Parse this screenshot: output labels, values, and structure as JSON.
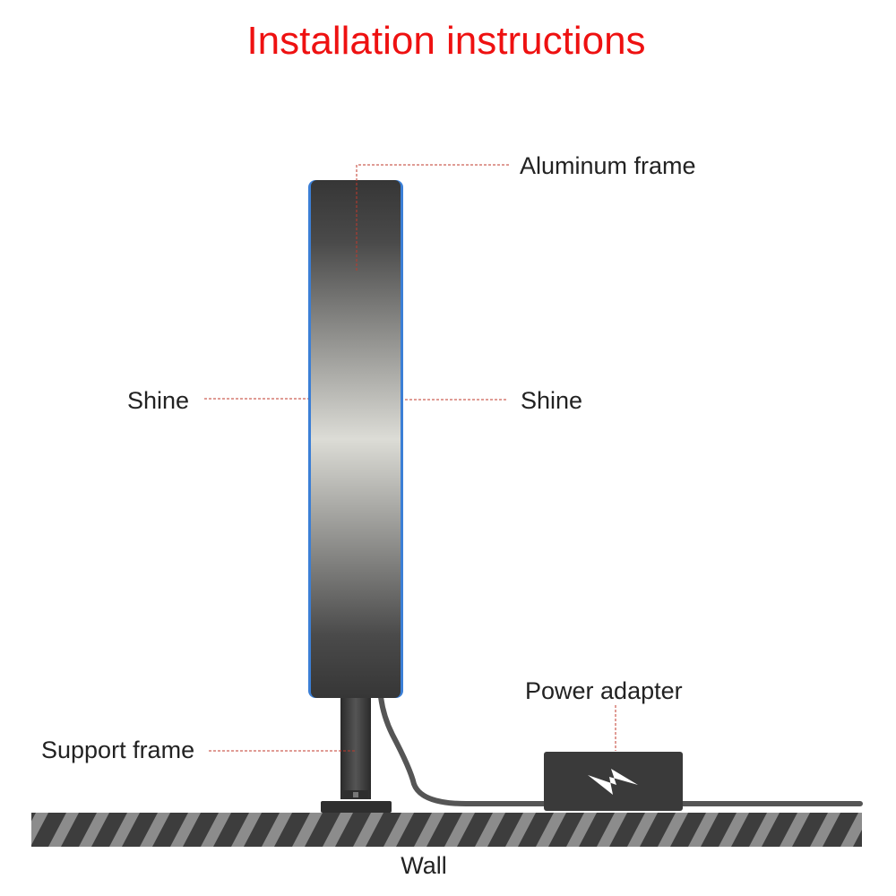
{
  "title": "Installation instructions",
  "labels": {
    "aluminum_frame": "Aluminum frame",
    "shine_left": "Shine",
    "shine_right": "Shine",
    "power_adapter": "Power adapter",
    "support_frame": "Support frame",
    "wall": "Wall"
  },
  "colors": {
    "title": "#ee1111",
    "label_text": "#222222",
    "leader_line": "#c0392b",
    "frame_dark": "#3a3a3a",
    "frame_light": "#dcdcd6",
    "frame_edge": "#3b7fd6",
    "wall_dark": "#3d3d3d",
    "wall_stripe": "#8c8c8c",
    "adapter_body": "#3a3a3a",
    "cable": "#555555"
  },
  "icons": {
    "adapter_symbol": "lightning-bolt-icon"
  }
}
